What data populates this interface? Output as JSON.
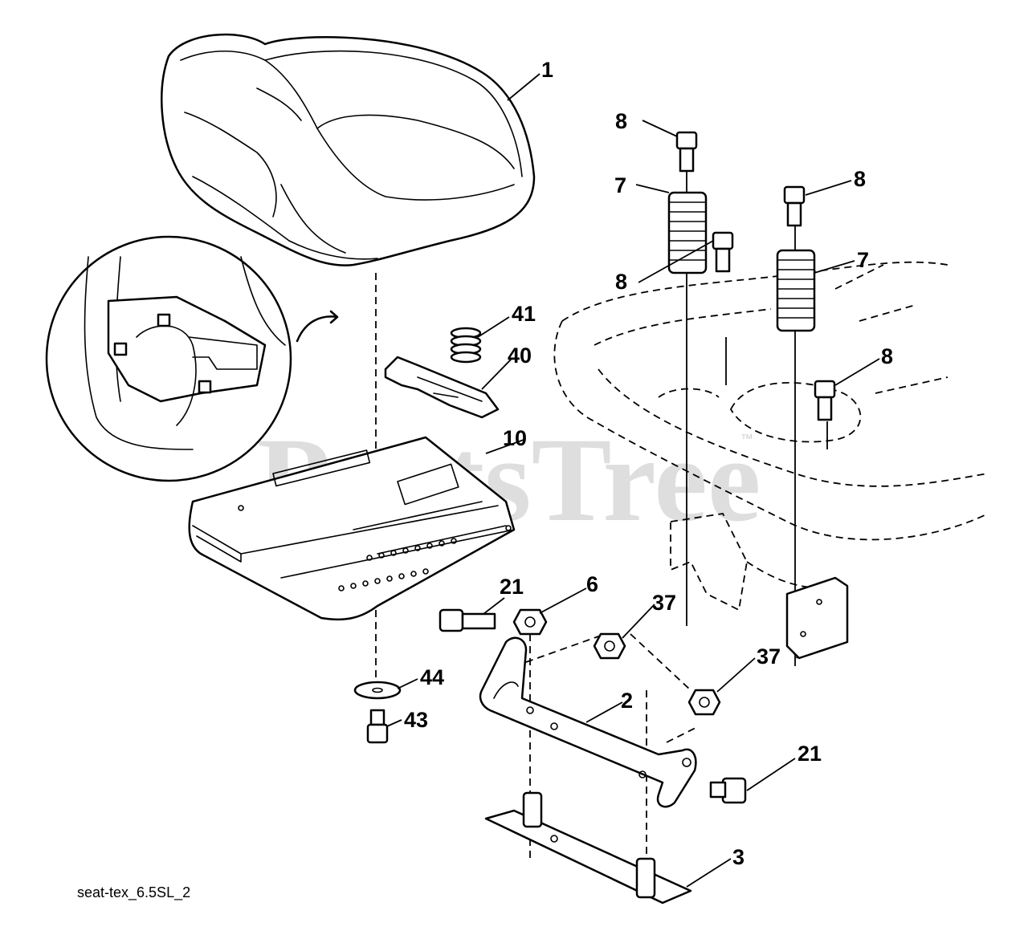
{
  "diagram": {
    "code": "seat-tex_6.5SL_2",
    "watermark": "PartsTree",
    "watermark_tm": "™"
  },
  "callouts": {
    "seat": "1",
    "bracket": "2",
    "plate": "3",
    "nut_top": "6",
    "spring_left": "7",
    "spring_right": "7",
    "bolt_top_left": "8",
    "bolt_top_right": "8",
    "bolt_mid_left": "8",
    "bolt_mid_right": "8",
    "seat_pan": "10",
    "bolt_left": "21",
    "bolt_right": "21",
    "nut_mid": "37",
    "nut_lower": "37",
    "latch": "40",
    "small_spring": "41",
    "screw": "43",
    "washer": "44"
  }
}
